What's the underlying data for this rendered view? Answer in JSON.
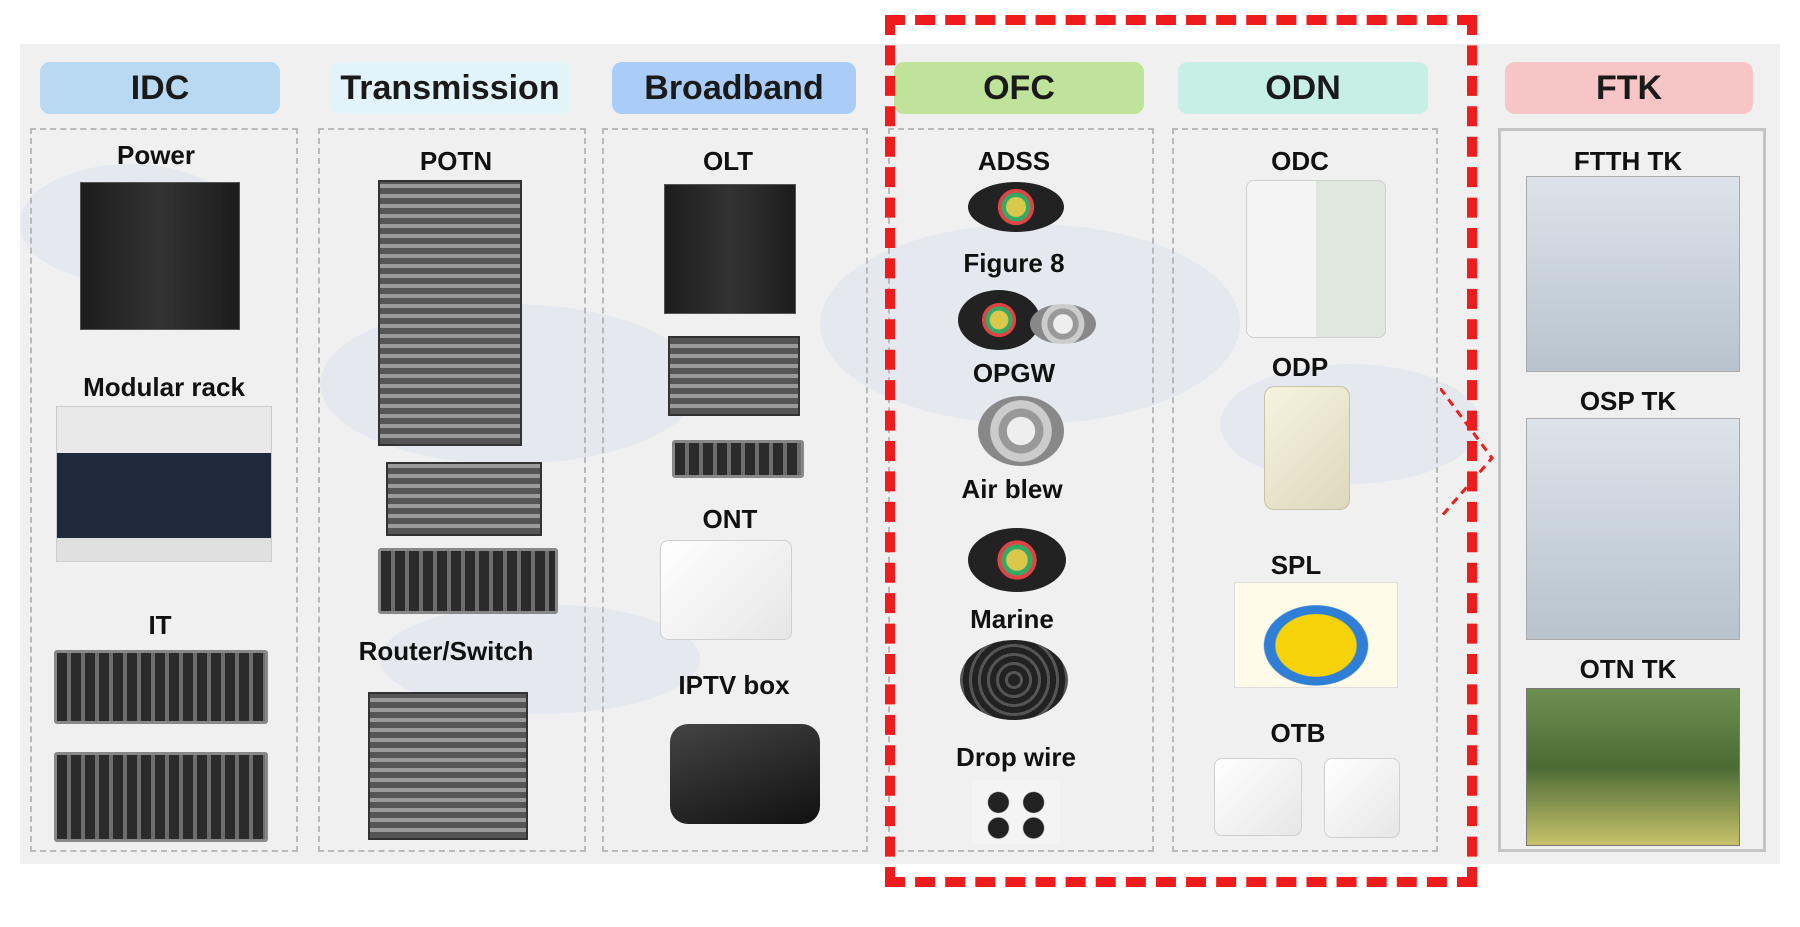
{
  "headers": {
    "idc": "IDC",
    "transmission": "Transmission",
    "broadband": "Broadband",
    "ofc": "OFC",
    "odn": "ODN",
    "ftk": "FTK"
  },
  "colors": {
    "idc": "#b9d9f2",
    "transmission": "#e3f3fa",
    "broadband": "#a9cdf6",
    "ofc": "#bfe39a",
    "odn": "#c6f0e6",
    "ftk": "#f7c5c5",
    "highlight": "#ee1c1c"
  },
  "idc": {
    "items": [
      "Power",
      "Modular rack",
      "IT"
    ]
  },
  "transmission": {
    "items": [
      "POTN",
      "Router/Switch"
    ]
  },
  "broadband": {
    "items": [
      "OLT",
      "ONT",
      "IPTV box"
    ]
  },
  "ofc": {
    "items": [
      "ADSS",
      "Figure 8",
      "OPGW",
      "Air blew",
      "Marine",
      "Drop wire"
    ]
  },
  "odn": {
    "items": [
      "ODC",
      "ODP",
      "SPL",
      "OTB"
    ]
  },
  "ftk": {
    "items": [
      "FTTH TK",
      "OSP TK",
      "OTN TK"
    ]
  }
}
